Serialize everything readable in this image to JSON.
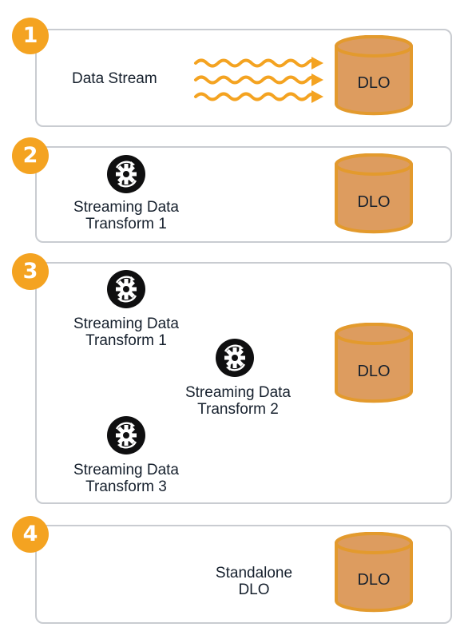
{
  "colors": {
    "accent": "#f4a321",
    "cylinder_fill": "#dd9c5f",
    "cylinder_stroke": "#e39a2d",
    "panel_border": "#c9ccd1",
    "text": "#16202d",
    "icon": "#0f0f10"
  },
  "panels": [
    {
      "number": "1",
      "source_label": "Data Stream",
      "target_label": "DLO"
    },
    {
      "number": "2",
      "source_label": [
        "Streaming Data",
        "Transform 1"
      ],
      "target_label": "DLO"
    },
    {
      "number": "3",
      "sources": [
        {
          "label": [
            "Streaming Data",
            "Transform 1"
          ]
        },
        {
          "label": [
            "Streaming Data",
            "Transform 2"
          ]
        },
        {
          "label": [
            "Streaming Data",
            "Transform 3"
          ]
        }
      ],
      "target_label": "DLO"
    },
    {
      "number": "4",
      "source_label": [
        "Standalone",
        "DLO"
      ],
      "target_label": "DLO"
    }
  ],
  "icons": {
    "transform": "gear-sync-icon",
    "stream": "wavy-arrows-icon"
  }
}
